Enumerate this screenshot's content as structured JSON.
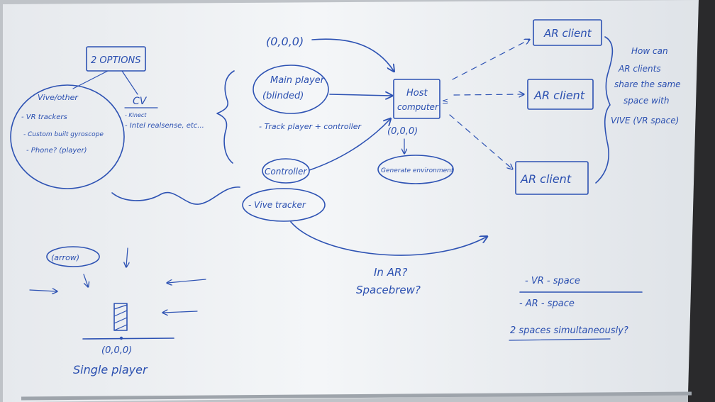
{
  "title": "",
  "options_box": "2 OPTIONS",
  "vive": {
    "heading": "Vive/other",
    "items": [
      "- VR trackers",
      "- Custom built gyroscope",
      "- Phone? (player)"
    ]
  },
  "cv": {
    "heading": "CV",
    "items": [
      "- Kinect",
      "- Intel realsense, etc..."
    ]
  },
  "origin_top": "(0,0,0)",
  "main_player": {
    "line1": "Main player",
    "line2": "(blinded)"
  },
  "track_note": "- Track player + controller",
  "host": {
    "line1": "Host",
    "line2": "computer",
    "origin": "(0,0,0)"
  },
  "generate_env": "Generate environment",
  "controller": "Controller",
  "vive_tracker": "- Vive tracker",
  "ar_clients": [
    "AR client",
    "AR client",
    "AR client"
  ],
  "question": {
    "lines": [
      "How can",
      "AR clients",
      "share the same",
      "space with",
      "VIVE (VR space)"
    ]
  },
  "in_ar": {
    "line1": "In AR?",
    "line2": "Spacebrew?"
  },
  "spaces": {
    "vr": "- VR - space",
    "ar": "- AR - space",
    "both": "2 spaces simultaneously?"
  },
  "arrow_note": "(arrow)",
  "single": {
    "origin": "(0,0,0)",
    "label": "Single player"
  }
}
